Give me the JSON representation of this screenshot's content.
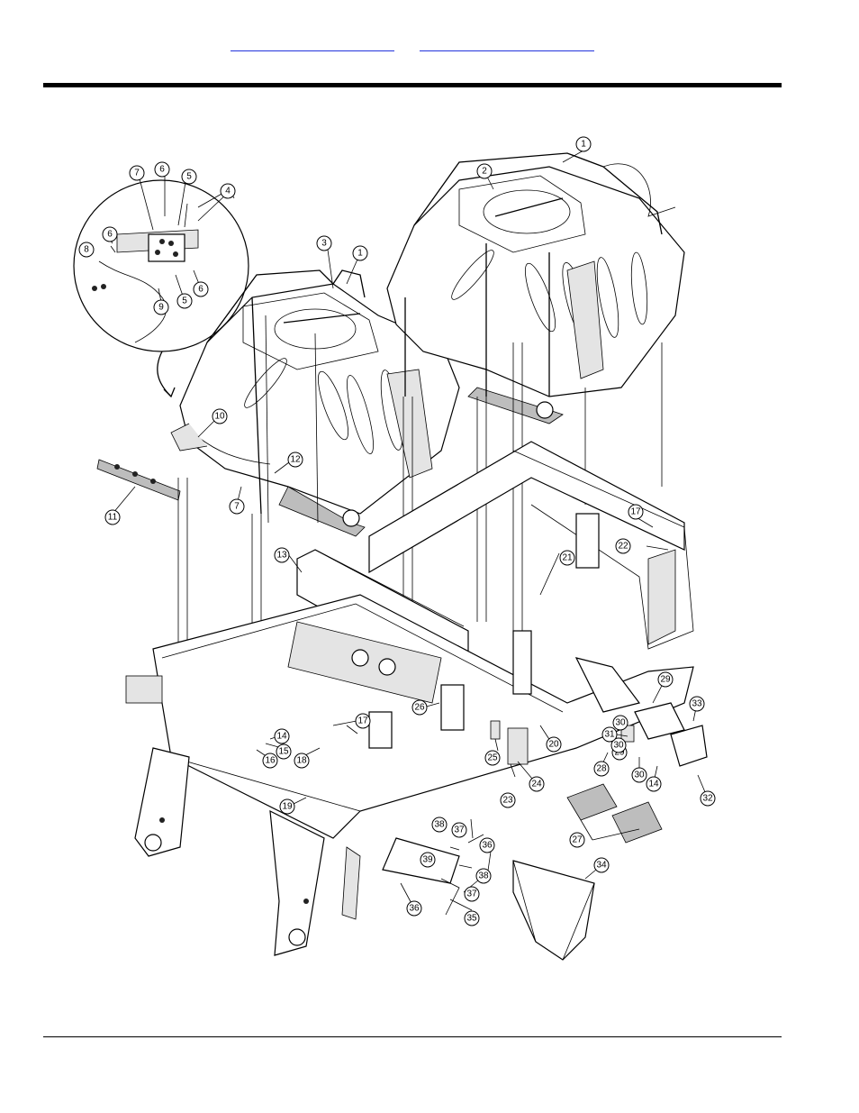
{
  "header": {
    "links": [
      "",
      ""
    ]
  },
  "callouts": [
    "1",
    "2",
    "3",
    "4",
    "5",
    "6",
    "7",
    "8",
    "9",
    "10",
    "11",
    "12",
    "13",
    "14",
    "15",
    "16",
    "17",
    "18",
    "19",
    "20",
    "21",
    "22",
    "23",
    "24",
    "25",
    "26",
    "27",
    "28",
    "29",
    "30",
    "31",
    "32",
    "33",
    "34",
    "35",
    "36",
    "37",
    "38",
    "39"
  ]
}
